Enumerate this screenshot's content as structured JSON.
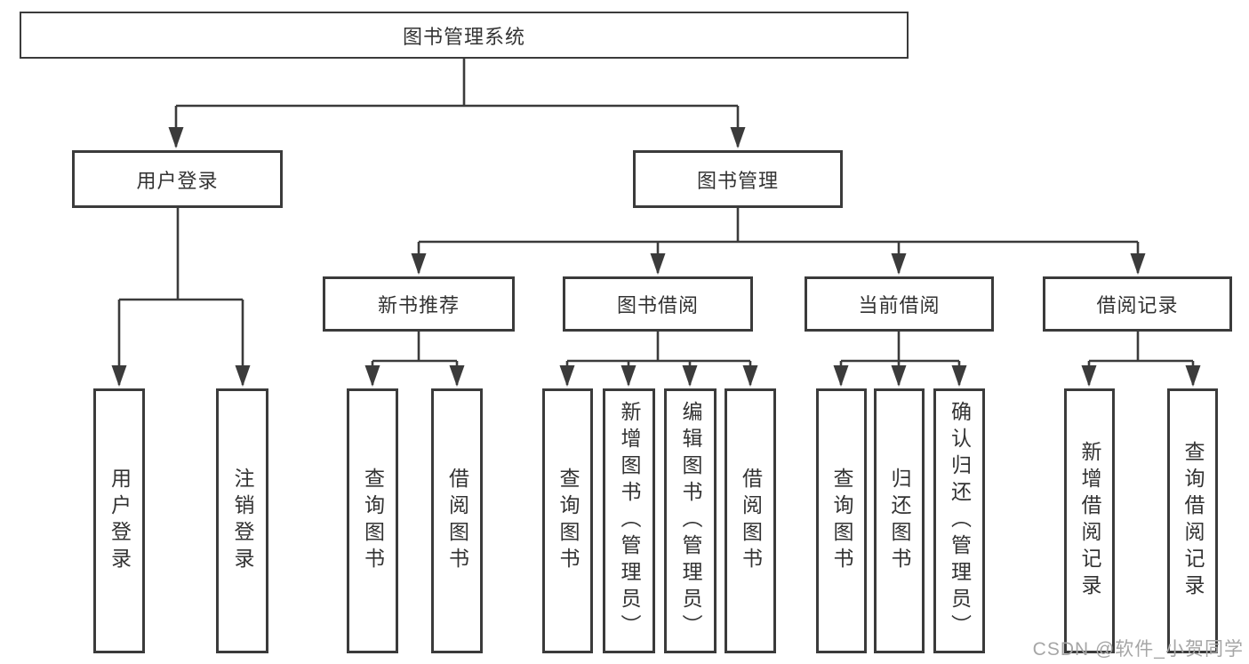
{
  "page": {
    "watermark": "CSDN @软件_小贺同学"
  },
  "colors": {
    "line": "#3b3b3b",
    "text": "#333333",
    "background": "#ffffff",
    "watermark": "#a6a6a6"
  },
  "tree": {
    "root": {
      "label": "图书管理系统"
    },
    "branches": [
      {
        "label": "用户登录",
        "children": [
          {
            "label": "用户登录"
          },
          {
            "label": "注销登录"
          }
        ]
      },
      {
        "label": "图书管理",
        "sections": [
          {
            "label": "新书推荐",
            "children": [
              {
                "label": "查询图书"
              },
              {
                "label": "借阅图书"
              }
            ]
          },
          {
            "label": "图书借阅",
            "children": [
              {
                "label": "查询图书"
              },
              {
                "label": "新增图书（管理员）"
              },
              {
                "label": "编辑图书（管理员）"
              },
              {
                "label": "借阅图书"
              }
            ]
          },
          {
            "label": "当前借阅",
            "children": [
              {
                "label": "查询图书"
              },
              {
                "label": "归还图书"
              },
              {
                "label": "确认归还（管理员）"
              }
            ]
          },
          {
            "label": "借阅记录",
            "children": [
              {
                "label": "新增借阅记录"
              },
              {
                "label": "查询借阅记录"
              }
            ]
          }
        ]
      }
    ]
  }
}
